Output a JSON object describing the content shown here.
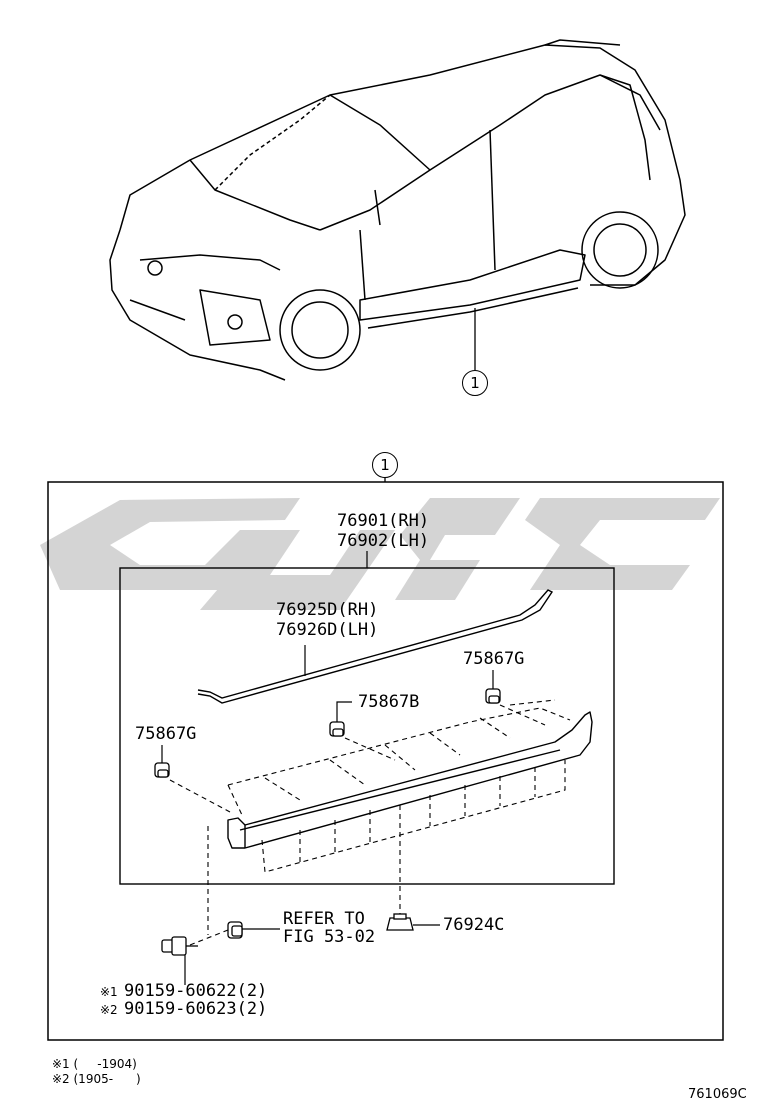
{
  "callout_number": "1",
  "parts": {
    "side_skirt_rh": "76901(RH)",
    "side_skirt_lh": "76902(LH)",
    "moulding_rh": "76925D(RH)",
    "moulding_lh": "76926D(LH)",
    "clip_g_right": "75867G",
    "clip_b": "75867B",
    "clip_g_left": "75867G",
    "refer_line1": "REFER TO",
    "refer_line2": "FIG 53-02",
    "nut": "76924C",
    "screw_1": "90159-60622(2)",
    "screw_2": "90159-60623(2)"
  },
  "note_marks": {
    "mark_1": "※1",
    "mark_2": "※2"
  },
  "footnotes": {
    "note_1": "※1 (     -1904)",
    "note_2": "※2 (1905-      )"
  },
  "diagram_code": "761069C",
  "colors": {
    "line": "#000000",
    "watermark": "#d4d4d4"
  }
}
